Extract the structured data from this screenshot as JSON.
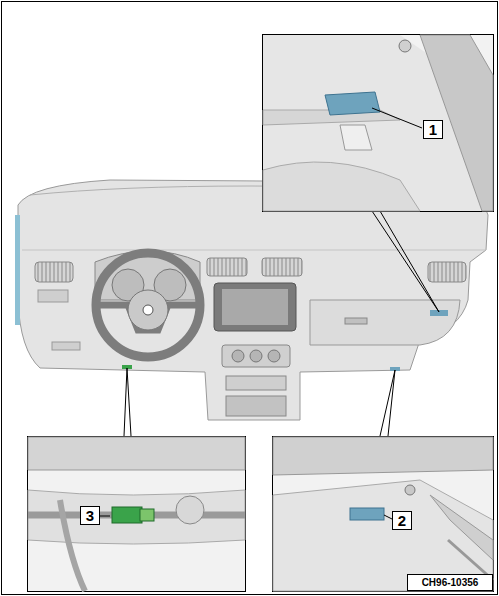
{
  "diagram": {
    "labels": [
      "1",
      "2",
      "3",
      "CH96-10356"
    ]
  }
}
